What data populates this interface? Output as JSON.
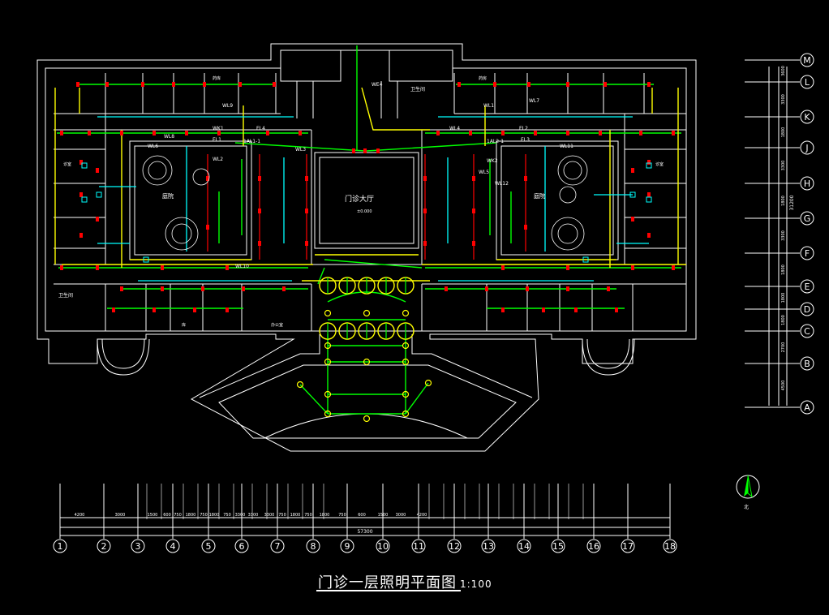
{
  "drawing": {
    "title": "门诊一层照明平面图",
    "scale": "1:100",
    "lobby_label": "门诊大厅",
    "lobby_elev": "±0.000",
    "courtyard_labels": [
      "庭院",
      "庭院"
    ],
    "room_labels": [
      "卫生间",
      "卫生间",
      "库",
      "药房",
      "药库",
      "诊室",
      "诊室",
      "办公室"
    ],
    "circuit_labels": [
      "WL1",
      "WL2",
      "WL3",
      "WL4",
      "WL5",
      "WL6",
      "WL7",
      "WL8",
      "WL9",
      "WL10",
      "WL11",
      "WL12",
      "WK1",
      "WK2",
      "EL1",
      "EL2",
      "EL3",
      "EL4",
      "WE4",
      "1AL1-1",
      "1AL2-1"
    ]
  },
  "grid_bottom": {
    "axis_ids": [
      "1",
      "2",
      "3",
      "4",
      "5",
      "6",
      "7",
      "8",
      "9",
      "10",
      "11",
      "12",
      "13",
      "14",
      "15",
      "16",
      "17",
      "18"
    ],
    "spans": [
      "4200",
      "3000",
      "1500",
      "600",
      "750",
      "1800",
      "750",
      "1800",
      "750",
      "3300",
      "3300",
      "3300",
      "750",
      "1800",
      "750",
      "1800",
      "750",
      "600",
      "1500",
      "3000",
      "4200"
    ],
    "total": "57300"
  },
  "grid_right": {
    "axis_ids": [
      "M",
      "L",
      "K",
      "J",
      "H",
      "G",
      "F",
      "E",
      "D",
      "C",
      "B",
      "A"
    ],
    "dims": [
      "3600",
      "3300",
      "1800",
      "3300",
      "1800",
      "3300",
      "1800",
      "1800",
      "1800",
      "2700",
      "4500"
    ],
    "total": "31200"
  },
  "north": {
    "label": "北"
  },
  "colors": {
    "wall": "#ffffff",
    "green": "#00ff00",
    "yellow": "#ffff00",
    "cyan": "#00ffff",
    "red": "#ff0000",
    "magenta": "#ff00ff"
  }
}
